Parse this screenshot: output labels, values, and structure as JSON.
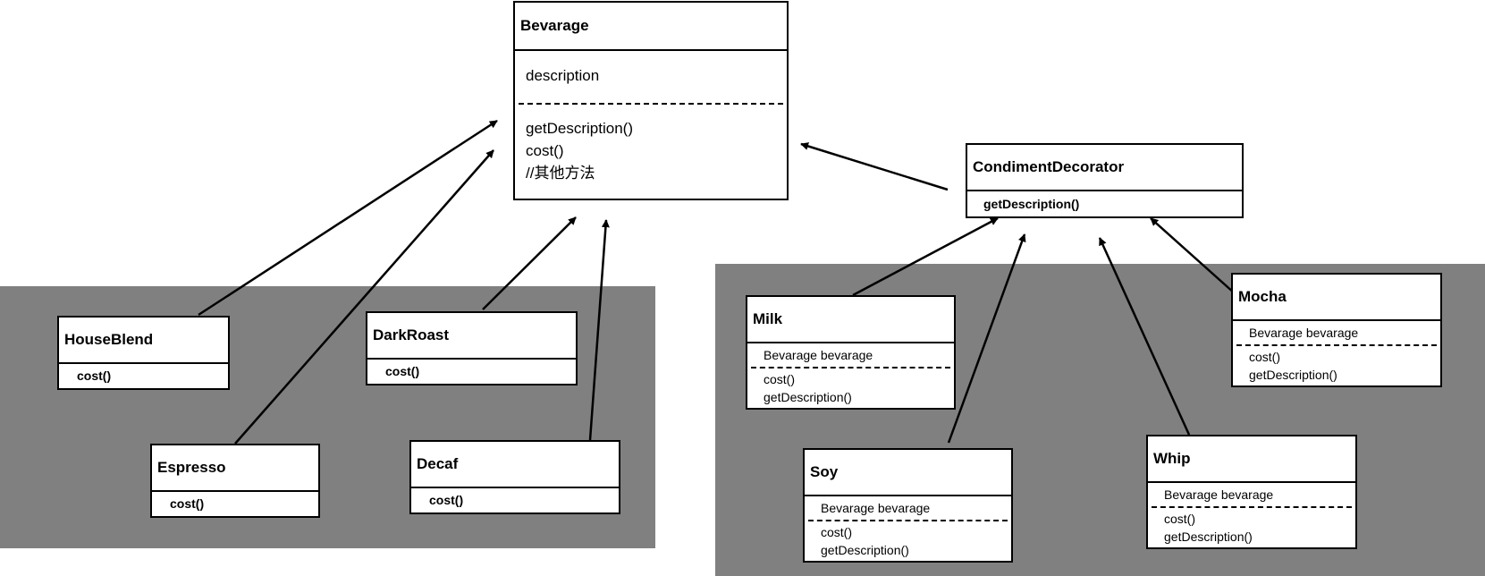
{
  "base": {
    "name": "Bevarage",
    "field": "description",
    "methods": [
      "getDescription()",
      "cost()",
      "//其他方法"
    ]
  },
  "components": [
    {
      "name": "HouseBlend",
      "method": "cost()"
    },
    {
      "name": "DarkRoast",
      "method": "cost()"
    },
    {
      "name": "Espresso",
      "method": "cost()"
    },
    {
      "name": "Decaf",
      "method": "cost()"
    }
  ],
  "decorator": {
    "name": "CondimentDecorator",
    "method": "getDescription()"
  },
  "condiments": [
    {
      "name": "Milk",
      "field": "Bevarage bevarage",
      "methods": [
        "cost()",
        "getDescription()"
      ]
    },
    {
      "name": "Mocha",
      "field": "Bevarage bevarage",
      "methods": [
        "cost()",
        "getDescription()"
      ]
    },
    {
      "name": "Soy",
      "field": "Bevarage bevarage",
      "methods": [
        "cost()",
        "getDescription()"
      ]
    },
    {
      "name": "Whip",
      "field": "Bevarage bevarage",
      "methods": [
        "cost()",
        "getDescription()"
      ]
    }
  ]
}
